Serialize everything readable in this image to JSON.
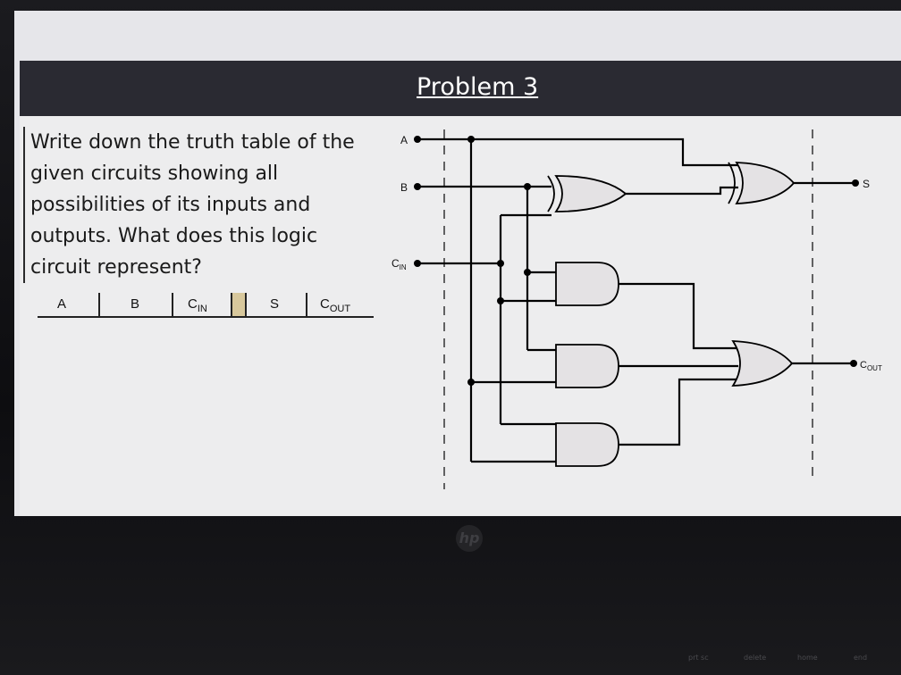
{
  "slide": {
    "title": "Problem 3",
    "question": "Write down the truth table of the given circuits showing all possibilities of its inputs and outputs. What does this logic circuit represent?"
  },
  "truth_table": {
    "headers": [
      {
        "main": "A",
        "sub": ""
      },
      {
        "main": "B",
        "sub": ""
      },
      {
        "main": "C",
        "sub": "IN"
      },
      {
        "main": "S",
        "sub": ""
      },
      {
        "main": "C",
        "sub": "OUT"
      }
    ]
  },
  "circuit": {
    "inputs": [
      {
        "main": "A",
        "sub": ""
      },
      {
        "main": "B",
        "sub": ""
      },
      {
        "main": "C",
        "sub": "IN"
      }
    ],
    "outputs": [
      {
        "main": "S",
        "sub": ""
      },
      {
        "main": "C",
        "sub": "OUT"
      }
    ],
    "gate_color": "#e4e2e4",
    "wire_color": "#000000"
  },
  "bezel": {
    "logo": "hp"
  },
  "keyboard": {
    "labels": [
      "prt sc",
      "delete",
      "home",
      "end"
    ]
  }
}
